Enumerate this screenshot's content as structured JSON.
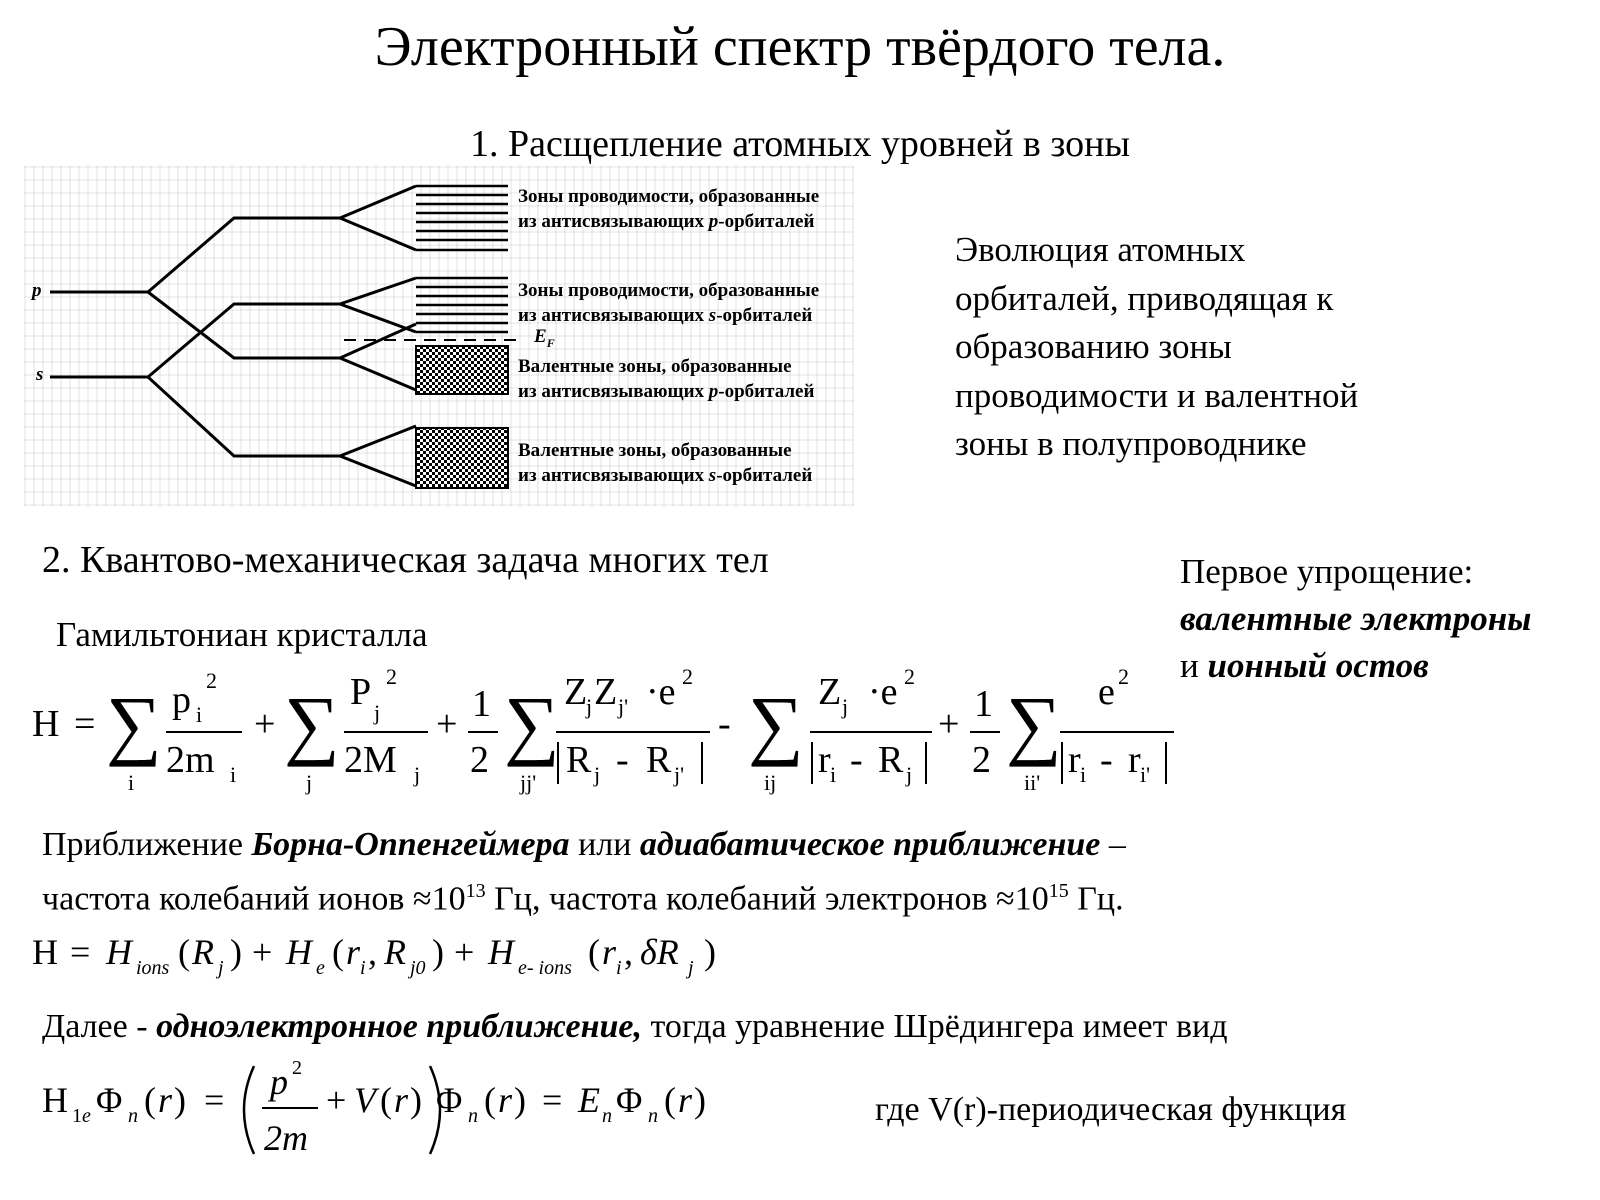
{
  "title": "Электронный спектр твёрдого тела.",
  "section1": "1. Расщепление атомных уровней в зоны",
  "diagram": {
    "level_p": "p",
    "level_s": "s",
    "fermi": "E",
    "fermi_sub": "F",
    "labels": [
      {
        "line1": "Зоны проводимости, образованные",
        "line2a": "из антисвязывающих ",
        "orb": "p",
        "line2b": "-орбиталей"
      },
      {
        "line1": "Зоны проводимости, образованные",
        "line2a": "из антисвязывающих ",
        "orb": "s",
        "line2b": "-орбиталей"
      },
      {
        "line1": "Валентные зоны, образованные",
        "line2a": "из антисвязывающих ",
        "orb": "p",
        "line2b": "-орбиталей"
      },
      {
        "line1": "Валентные зоны, образованные",
        "line2a": "из антисвязывающих ",
        "orb": "s",
        "line2b": "-орбиталей"
      }
    ]
  },
  "evolution": {
    "lines": [
      "Эволюция атомных",
      "орбиталей, приводящая к",
      "образованию зоны",
      "проводимости и валентной",
      "зоны в полупроводнике"
    ]
  },
  "section2": "2. Квантово-механическая задача многих тел",
  "simplification": {
    "line1": "Первое упрощение:",
    "line2": "валентные электроны",
    "line3_a": "и ",
    "line3_b": "ионный остов"
  },
  "hamiltonian_label": "Гамильтониан кристалла",
  "born": {
    "a": "Приближение ",
    "b": "Борна-Оппенгеймера",
    "c": " или ",
    "d": "адиабатическое приближение",
    "e": " –",
    "line2_a": "частота колебаний ионов ≈10",
    "exp1": "13",
    "line2_b": " Гц, частота колебаний электронов ≈10",
    "exp2": "15",
    "line2_c": " Гц."
  },
  "further": {
    "a": "Далее - ",
    "b": "одноэлектронное приближение,",
    "c": " тогда уравнение Шрёдингера имеет вид"
  },
  "periodic_note": "где V(r)-периодическая функция"
}
